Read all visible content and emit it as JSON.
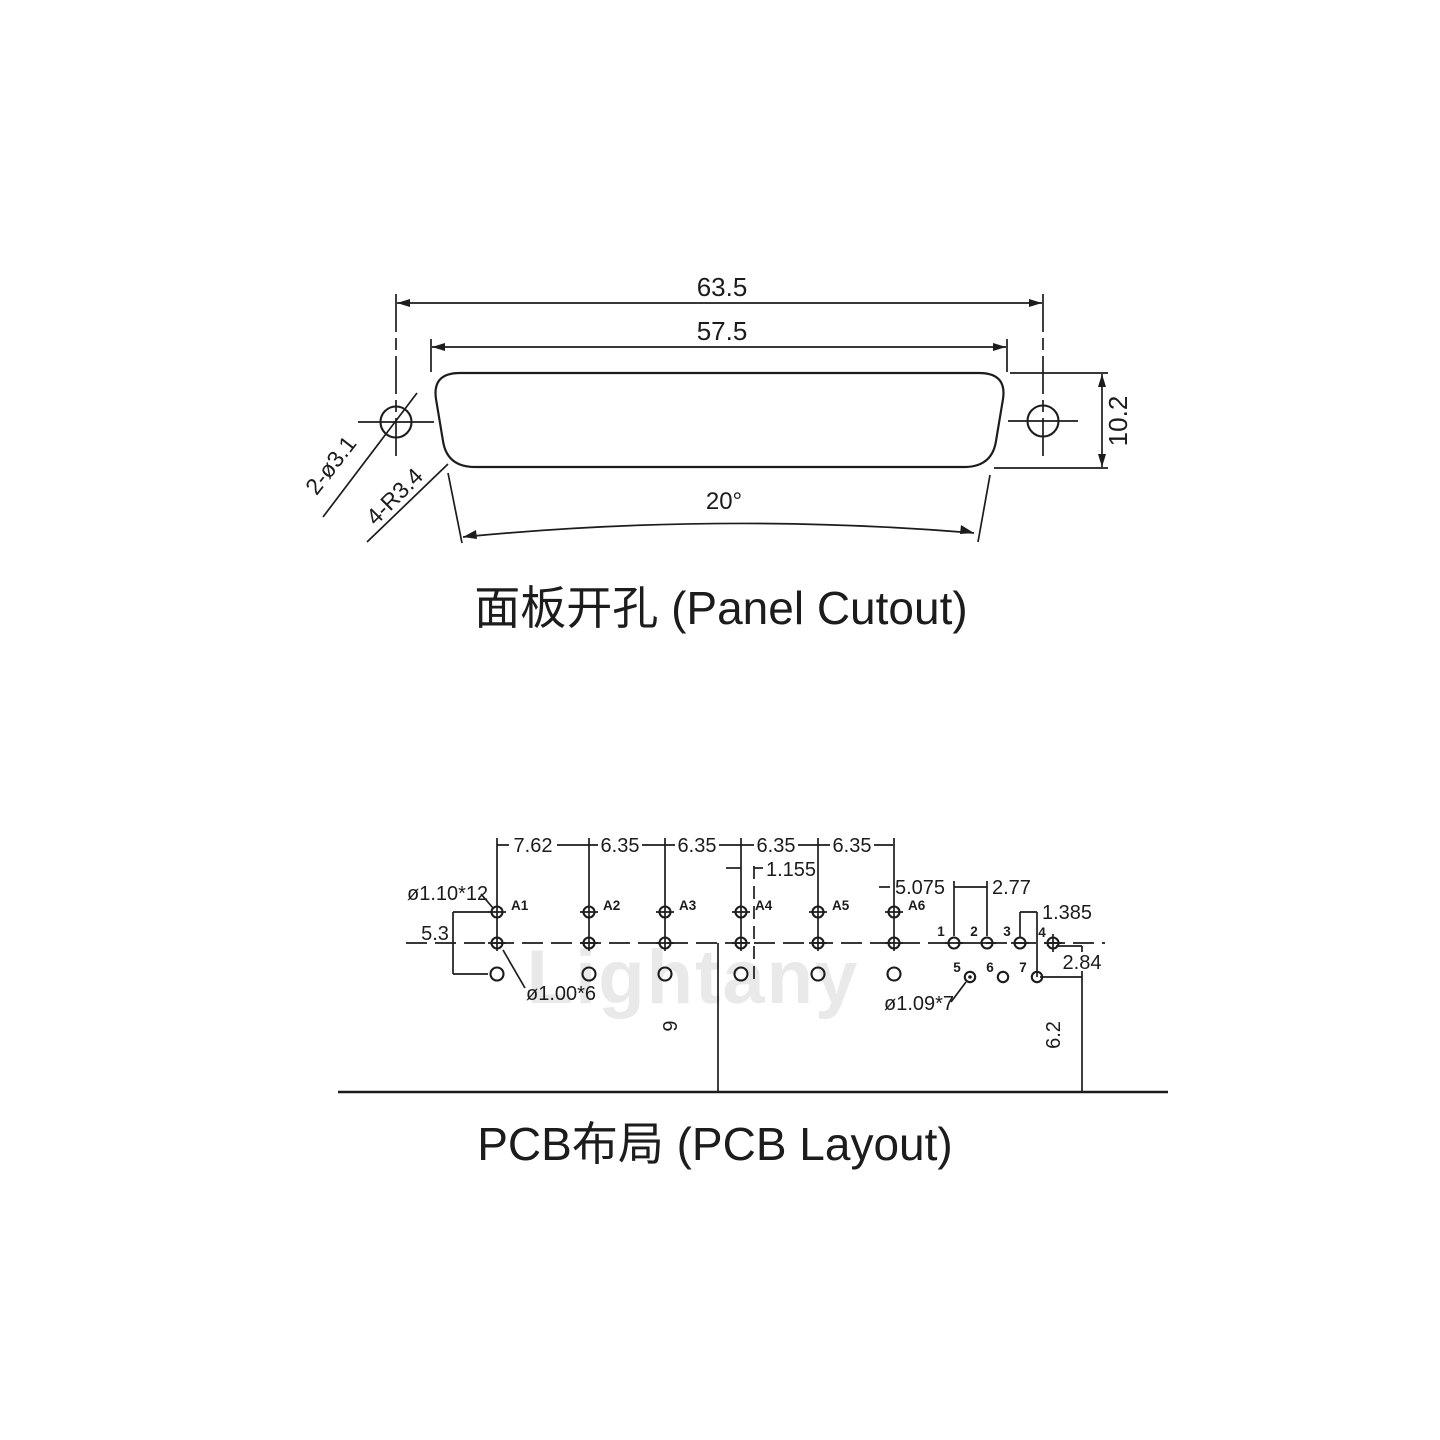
{
  "watermark": "Lightany",
  "panel_cutout": {
    "title": "面板开孔 (Panel Cutout)",
    "dim_outer_width": "63.5",
    "dim_inner_width": "57.5",
    "dim_height": "10.2",
    "dim_angle": "20°",
    "label_mount_holes": "2-ø3.1",
    "label_corner_radius": "4-R3.4"
  },
  "pcb_layout": {
    "title": "PCB布局 (PCB Layout)",
    "pitch_labels": [
      "7.62",
      "6.35",
      "6.35",
      "6.35",
      "6.35"
    ],
    "a_pin_labels": [
      "A1",
      "A2",
      "A3",
      "A4",
      "A5",
      "A6"
    ],
    "pin_labels": [
      "1",
      "2",
      "3",
      "4",
      "5",
      "6",
      "7"
    ],
    "dim_row_offset": "5.3",
    "dim_center_offset": "1.155",
    "dim_a6_to_pin1": "5.075",
    "dim_pin_pitch": "2.77",
    "dim_stagger": "1.385",
    "dim_lower_row_offset": "2.84",
    "dim_edge_right": "6.2",
    "dim_edge_center": "9",
    "hole_specs": {
      "top": "ø1.10*12",
      "bottom": "ø1.00*6",
      "pins": "ø1.09*7"
    }
  }
}
